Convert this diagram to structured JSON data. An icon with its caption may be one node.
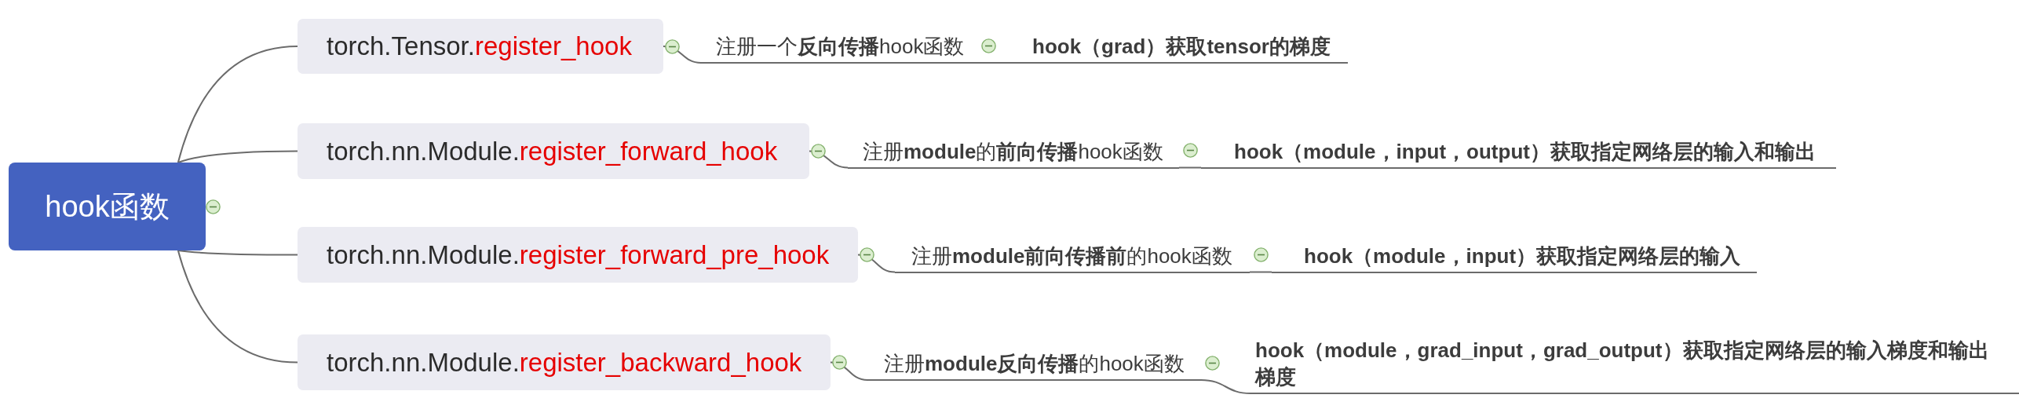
{
  "diagram": {
    "nodes": [
      {
        "text": [
          "hook函数"
        ]
      },
      {
        "text": [
          "torch.Tensor.",
          "register_hook"
        ]
      },
      {
        "text": [
          "注册一个**反向传播**hook函数"
        ]
      },
      {
        "text": [
          "hook（grad）获取tensor的梯度"
        ]
      },
      {
        "text": [
          "torch.nn.Module.",
          "register_forward_hook"
        ]
      },
      {
        "text": [
          "注册**module**的**前向传播**hook函数"
        ]
      },
      {
        "text": [
          "hook（module，input，output）获取指定网络层的输入和输出"
        ]
      },
      {
        "text": [
          "torch.nn.Module.",
          "register_forward_pre_hook"
        ]
      },
      {
        "text": [
          "注册**module前向传播前**的hook函数"
        ]
      },
      {
        "text": [
          "hook（module，input）获取指定网络层的输入"
        ]
      },
      {
        "text": [
          "torch.nn.Module.",
          "register_backward_hook"
        ]
      },
      {
        "text": [
          "注册**module反向传播**的hook函数"
        ]
      },
      {
        "text": [
          "hook（module，grad_input，grad_output）获取指定网络层的输入梯度和输出梯度"
        ]
      }
    ],
    "edges": [
      {
        "from": 0,
        "to": 1,
        "arrow": "none"
      },
      {
        "from": 1,
        "to": 2,
        "arrow": "none"
      },
      {
        "from": 2,
        "to": 3,
        "arrow": "none"
      },
      {
        "from": 0,
        "to": 4,
        "arrow": "none"
      },
      {
        "from": 4,
        "to": 5,
        "arrow": "none"
      },
      {
        "from": 5,
        "to": 6,
        "arrow": "none"
      },
      {
        "from": 0,
        "to": 7,
        "arrow": "none"
      },
      {
        "from": 7,
        "to": 8,
        "arrow": "none"
      },
      {
        "from": 8,
        "to": 9,
        "arrow": "none"
      },
      {
        "from": 0,
        "to": 10,
        "arrow": "none"
      },
      {
        "from": 10,
        "to": 11,
        "arrow": "none"
      },
      {
        "from": 11,
        "to": 12,
        "arrow": "none"
      }
    ]
  }
}
